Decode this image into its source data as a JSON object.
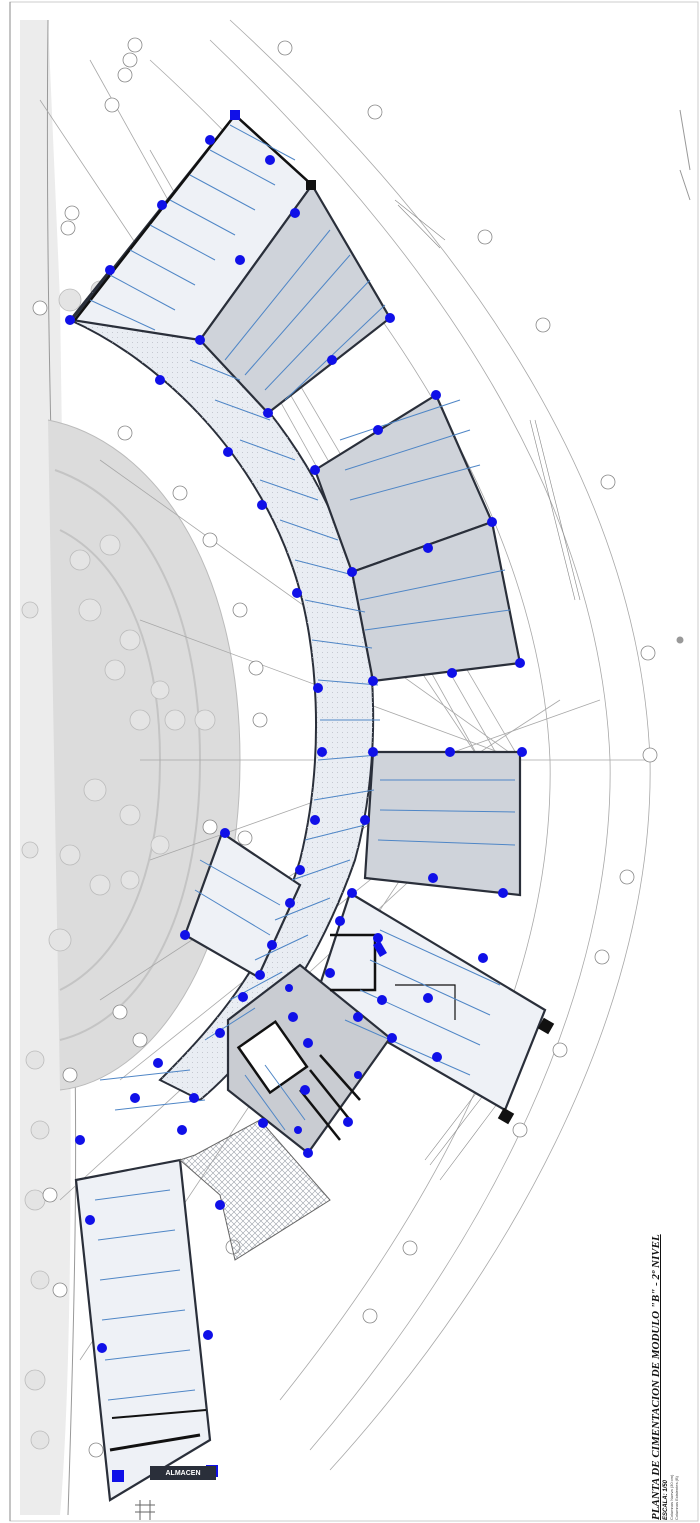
{
  "drawing": {
    "title": "PLANTA DE CIMENTACION DE MODULO \"B\" - 2º NIVEL",
    "scale": "ESCALA: 1/50",
    "note_1": "Columnas Nueva (30 cm)",
    "note_2": "Columnas Existentes (B)",
    "room_label": "ALMACEN"
  },
  "colors": {
    "wall": "#2a2f3a",
    "joist": "#4f86c6",
    "column": "#1010e8",
    "room_fill": "#cfd3da",
    "corridor_fill": "#e9edf3",
    "grid": "#a8a8a8"
  }
}
